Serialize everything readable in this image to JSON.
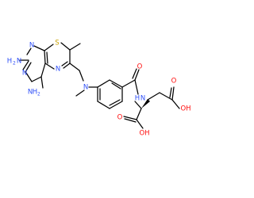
{
  "atoms": {
    "n_amine_2_h": "H",
    "n_amine_2_sub": "2",
    "n_amine_2_n": "N",
    "n_ring_1": "N",
    "n_ring_3": "N",
    "n_amine_4_n": "N",
    "n_amine_4_h": "H",
    "n_amine_4_sub": "2",
    "s_ring": "S",
    "n_ring_5": "N",
    "n_methyl": "N",
    "o_amide": "O",
    "n_amide_h": "H",
    "n_amide_n": "N",
    "o_acid1": "O",
    "oh_acid1": "OH",
    "o_acid2": "O",
    "oh_acid2": "OH"
  },
  "colors": {
    "nitrogen": "#3050F8",
    "sulfur": "#C8A000",
    "oxygen": "#FF0D0D",
    "bond": "#000000"
  }
}
